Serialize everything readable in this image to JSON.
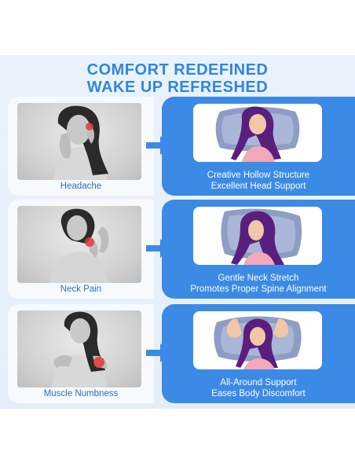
{
  "headline": {
    "line1": "COMFORT REDEFINED",
    "line2": "WAKE UP REFRESHED"
  },
  "colors": {
    "accent": "#2f86e3",
    "card_blue": "#3b8ae6",
    "pain_red": "#e23a3a",
    "hair": "#5a1f7d"
  },
  "rows": [
    {
      "condition": "Headache",
      "benefit_line1": "Creative Hollow Structure",
      "benefit_line2": "Excellent Head Support"
    },
    {
      "condition": "Neck Pain",
      "benefit_line1": "Gentle Neck Stretch",
      "benefit_line2": "Promotes Proper Spine Alignment"
    },
    {
      "condition": "Muscle Numbness",
      "benefit_line1": "All-Around Support",
      "benefit_line2": "Eases Body Discomfort"
    }
  ]
}
